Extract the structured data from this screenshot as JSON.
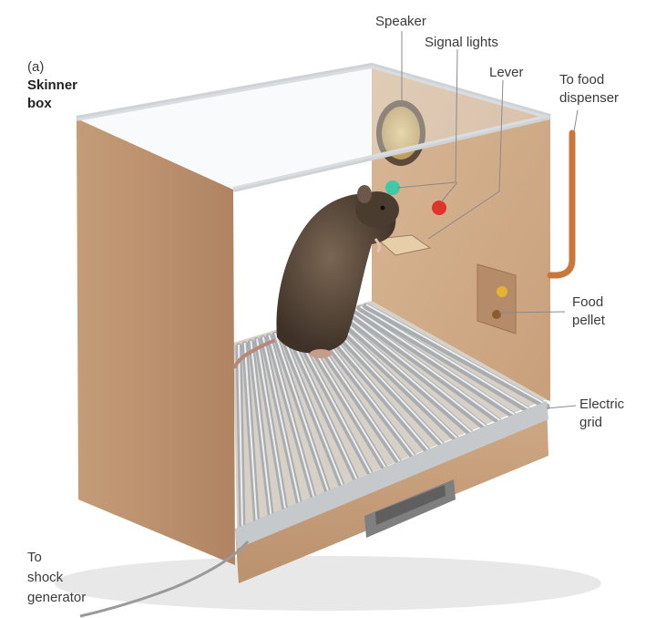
{
  "panel": {
    "letter": "(a)",
    "title_line1": "Skinner",
    "title_line2": "box"
  },
  "labels": {
    "speaker": "Speaker",
    "signal_lights": "Signal lights",
    "lever": "Lever",
    "food_dispenser_line1": "To food",
    "food_dispenser_line2": "dispenser",
    "food_pellet_line1": "Food",
    "food_pellet_line2": "pellet",
    "electric_grid_line1": "Electric",
    "electric_grid_line2": "grid",
    "shock_line1": "To",
    "shock_line2": "shock",
    "shock_line3": "generator"
  },
  "colors": {
    "wall": "#c9a17f",
    "wall_dark": "#b88d6b",
    "wall_light": "#d8b694",
    "rod": "#aeb2b4",
    "tube": "#c9773a",
    "light_green": "#3fc9a8",
    "light_red": "#e0332a",
    "rat": "#5a4a3c"
  }
}
